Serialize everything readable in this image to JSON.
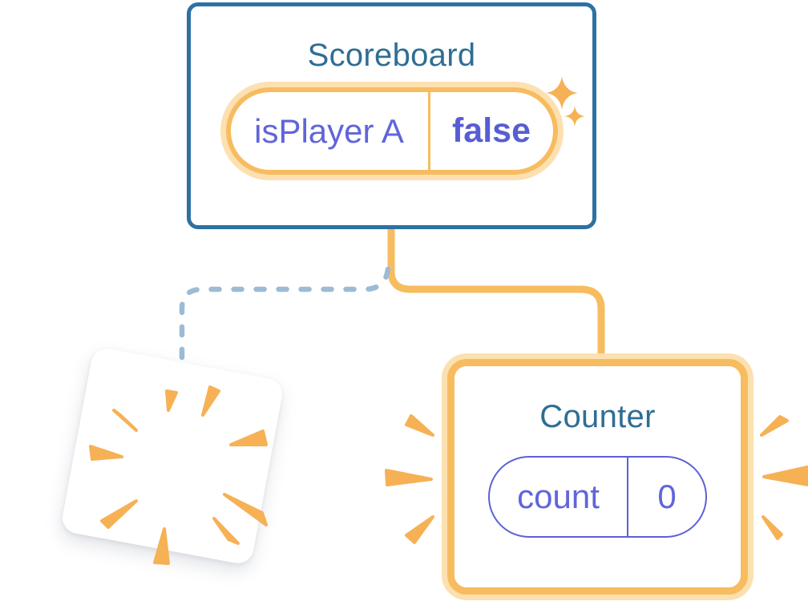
{
  "diagram": {
    "scoreboard": {
      "title": "Scoreboard",
      "state": {
        "name": "isPlayer A",
        "value": "false"
      }
    },
    "counter": {
      "title": "Counter",
      "state": {
        "name": "count",
        "value": "0"
      }
    }
  },
  "icons": {
    "sparkle": "four-point-star",
    "poof": "burst-rays",
    "emphasis": "speed-ray-triangles"
  },
  "colors": {
    "card_border_blue": "#2D71A3",
    "title_blue": "#2F6E94",
    "state_orange": "#F7BC60",
    "state_orange_glow": "#FCE0B0",
    "accent_orange": "#F6B155",
    "purple": "#6065DA",
    "purple_bold": "#575DD4",
    "purple_line": "#5B62D6",
    "dashed_blue": "#9DBBD4"
  }
}
